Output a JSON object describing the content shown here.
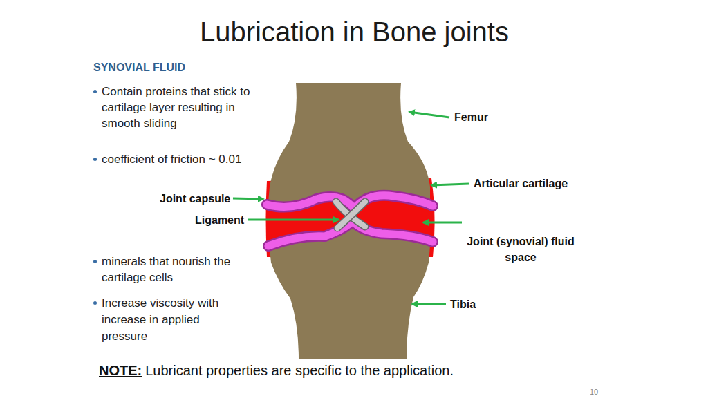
{
  "diagram": {
    "title": "Lubrication in Bone joints",
    "labels": [
      "SYNOVIAL FLUID",
      "Contain proteins that stick to cartilage layer resulting in smooth sliding",
      "coefficient of friction ~ 0.01",
      "minerals that nourish the cartilage cells",
      "Increase viscosity with increase in applied pressure",
      "Femur",
      "Articular cartilage",
      "Joint capsule",
      "Ligament",
      "Joint (synovial) fluid space",
      "Tibia",
      "NOTE:",
      "Lubricant properties are specific to the application.",
      "10"
    ]
  }
}
